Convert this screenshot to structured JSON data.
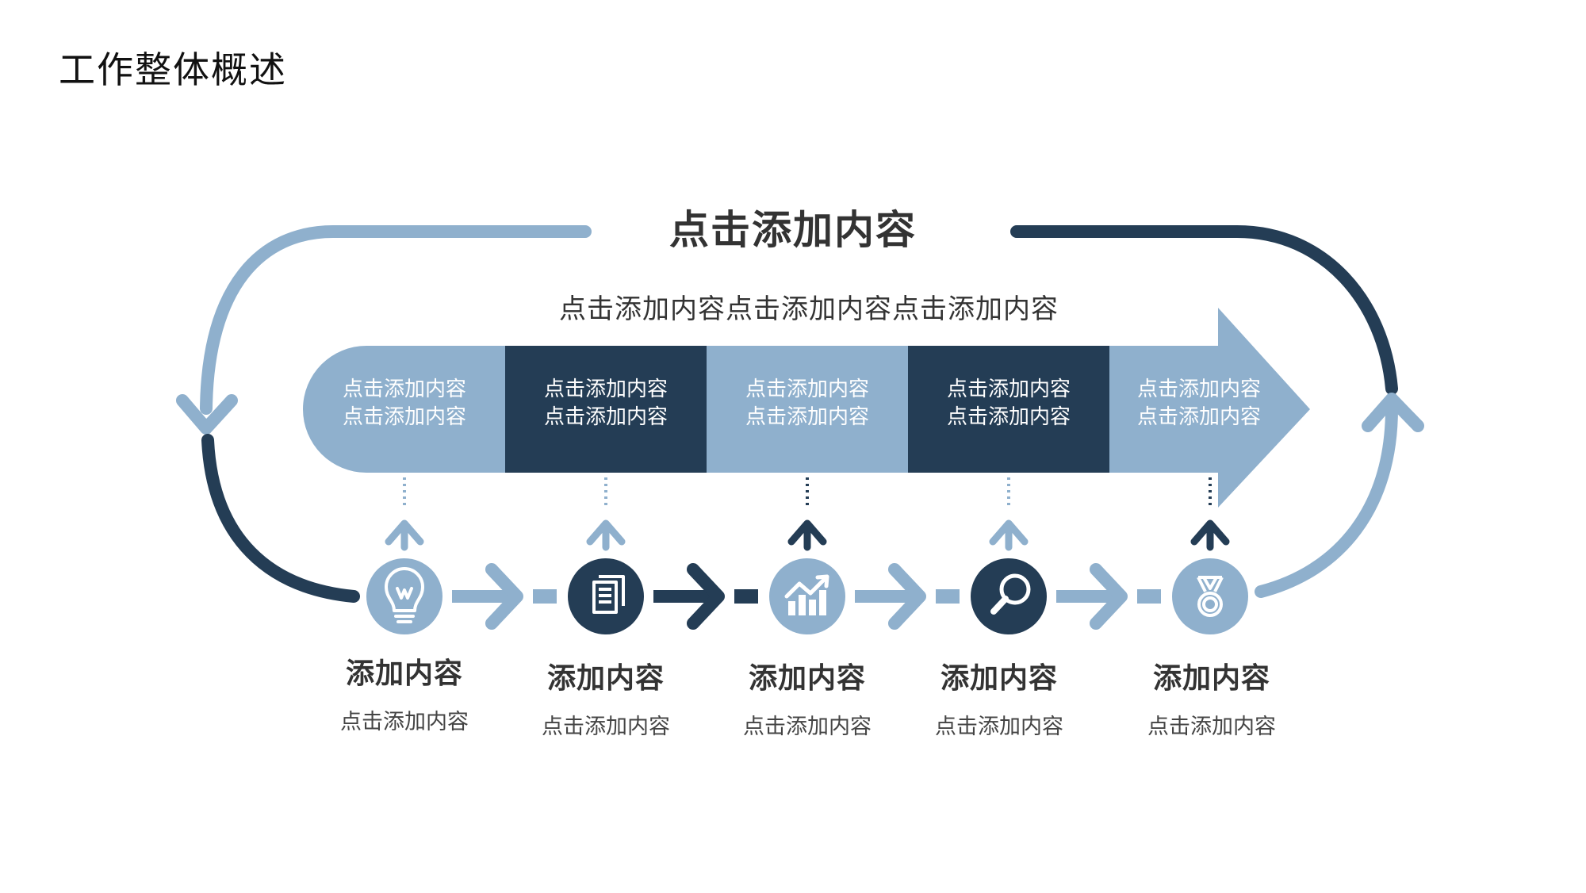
{
  "page_title": "工作整体概述",
  "heading": "点击添加内容",
  "subheading": "点击添加内容点击添加内容点击添加内容",
  "colors": {
    "light": "#8fb0cd",
    "dark": "#243d55"
  },
  "segments": [
    {
      "line1": "点击添加内容",
      "line2": "点击添加内容",
      "color": "light"
    },
    {
      "line1": "点击添加内容",
      "line2": "点击添加内容",
      "color": "dark"
    },
    {
      "line1": "点击添加内容",
      "line2": "点击添加内容",
      "color": "light"
    },
    {
      "line1": "点击添加内容",
      "line2": "点击添加内容",
      "color": "dark"
    },
    {
      "line1": "点击添加内容",
      "line2": "点击添加内容",
      "color": "light"
    }
  ],
  "steps": [
    {
      "title": "添加内容",
      "desc": "点击添加内容",
      "icon": "lightbulb-icon",
      "color": "light"
    },
    {
      "title": "添加内容",
      "desc": "点击添加内容",
      "icon": "document-icon",
      "color": "dark"
    },
    {
      "title": "添加内容",
      "desc": "点击添加内容",
      "icon": "growth-chart-icon",
      "color": "light"
    },
    {
      "title": "添加内容",
      "desc": "点击添加内容",
      "icon": "magnifier-icon",
      "color": "dark"
    },
    {
      "title": "添加内容",
      "desc": "点击添加内容",
      "icon": "medal-icon",
      "color": "light"
    }
  ]
}
